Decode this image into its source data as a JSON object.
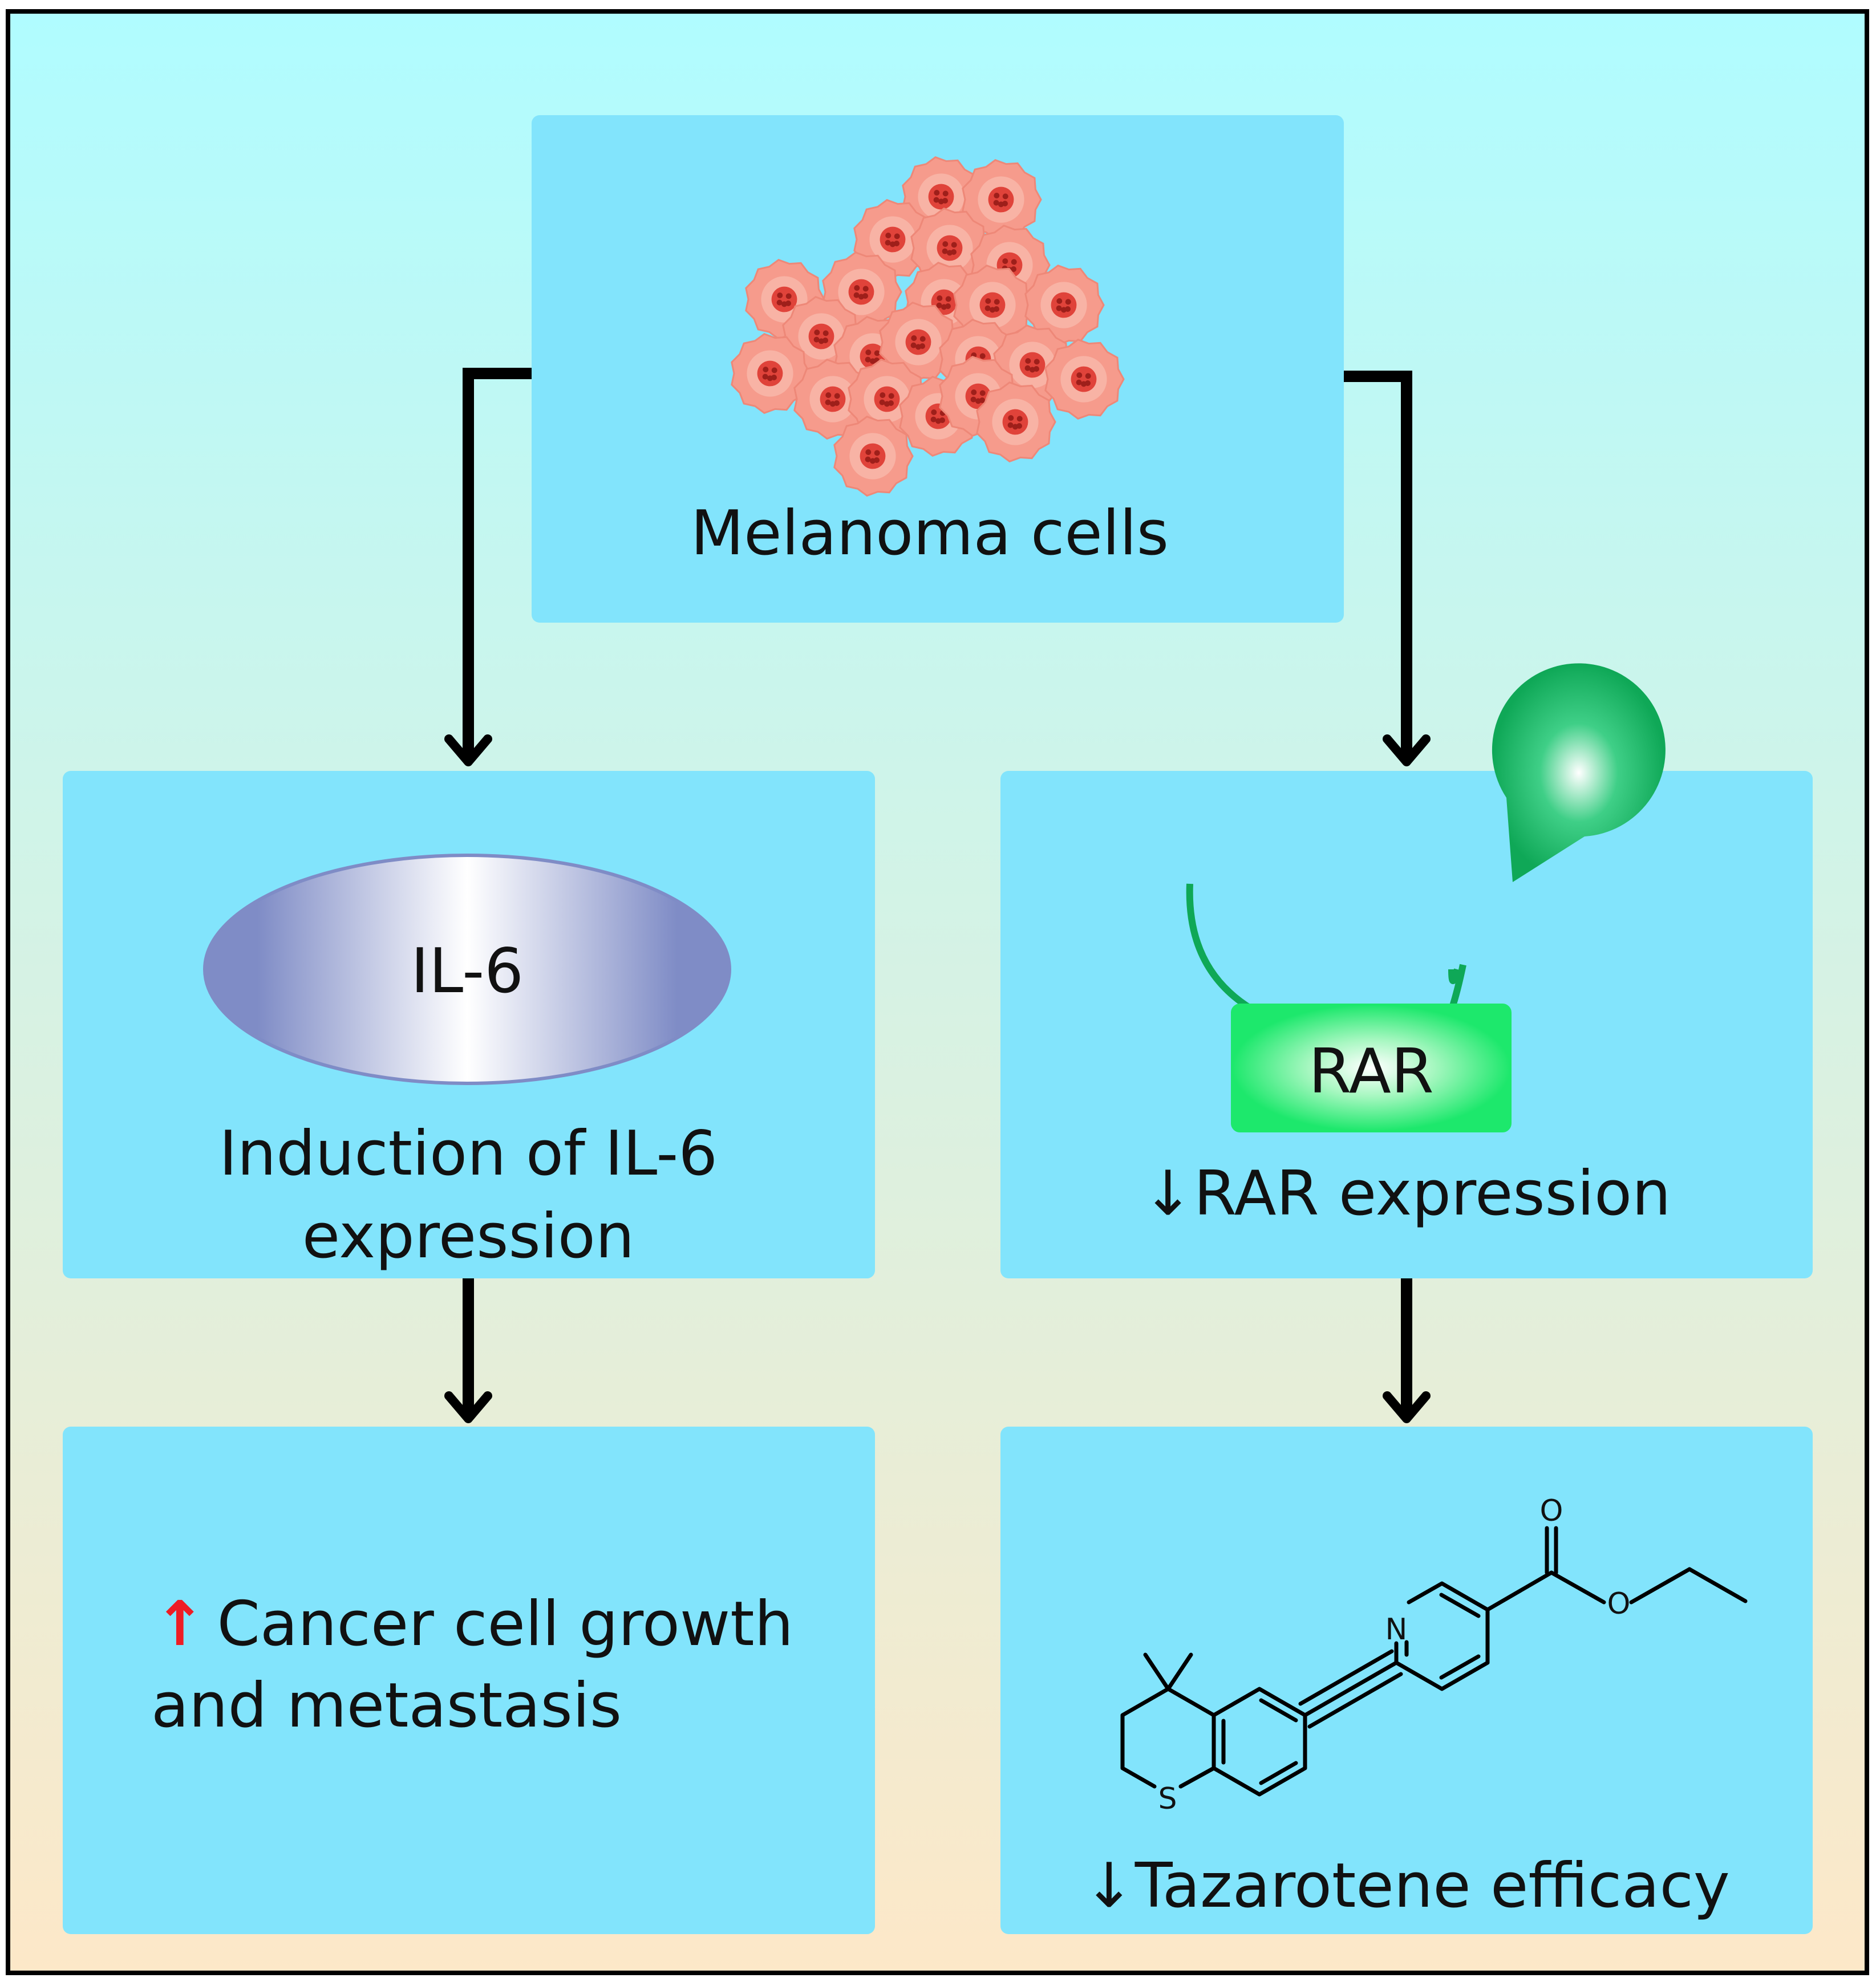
{
  "nodes": {
    "melanoma": {
      "label": "Melanoma cells"
    },
    "il6_induction": {
      "badge": "IL-6",
      "line1": "Induction of IL-6",
      "line2": "expression"
    },
    "rar_expression": {
      "badge": "RAR",
      "arrow": "↓",
      "label": "RAR expression"
    },
    "cancer_growth": {
      "arrow": "↑",
      "line1": "Cancer cell growth",
      "line2": "and metastasis"
    },
    "tazarotene": {
      "arrow": "↓",
      "label": "Tazarotene efficacy",
      "atom_n": "N",
      "atom_o1": "O",
      "atom_o2": "O",
      "atom_s": "S"
    }
  },
  "edges": [
    {
      "from": "melanoma",
      "to": "il6_induction"
    },
    {
      "from": "melanoma",
      "to": "rar_expression"
    },
    {
      "from": "il6_induction",
      "to": "cancer_growth"
    },
    {
      "from": "rar_expression",
      "to": "tazarotene"
    }
  ],
  "colors": {
    "background_top": "#b0fcff",
    "background_bottom": "#fde8c8",
    "box_fill": "#82e4fc",
    "arrow": "#000000",
    "up_arrow": "#ee1c24",
    "il6_ellipse_edge": "#7f8cc6",
    "il6_ellipse_center": "#ffffff",
    "rar_box": "#1de86c",
    "rar_receptor": "#0fa857",
    "cell_fill": "#f69b8c",
    "cell_nucleus": "#e0433a"
  },
  "icons": {
    "cells": "melanoma-cell-cluster-icon",
    "receptor": "rar-receptor-icon",
    "molecule": "tazarotene-structure-icon"
  }
}
